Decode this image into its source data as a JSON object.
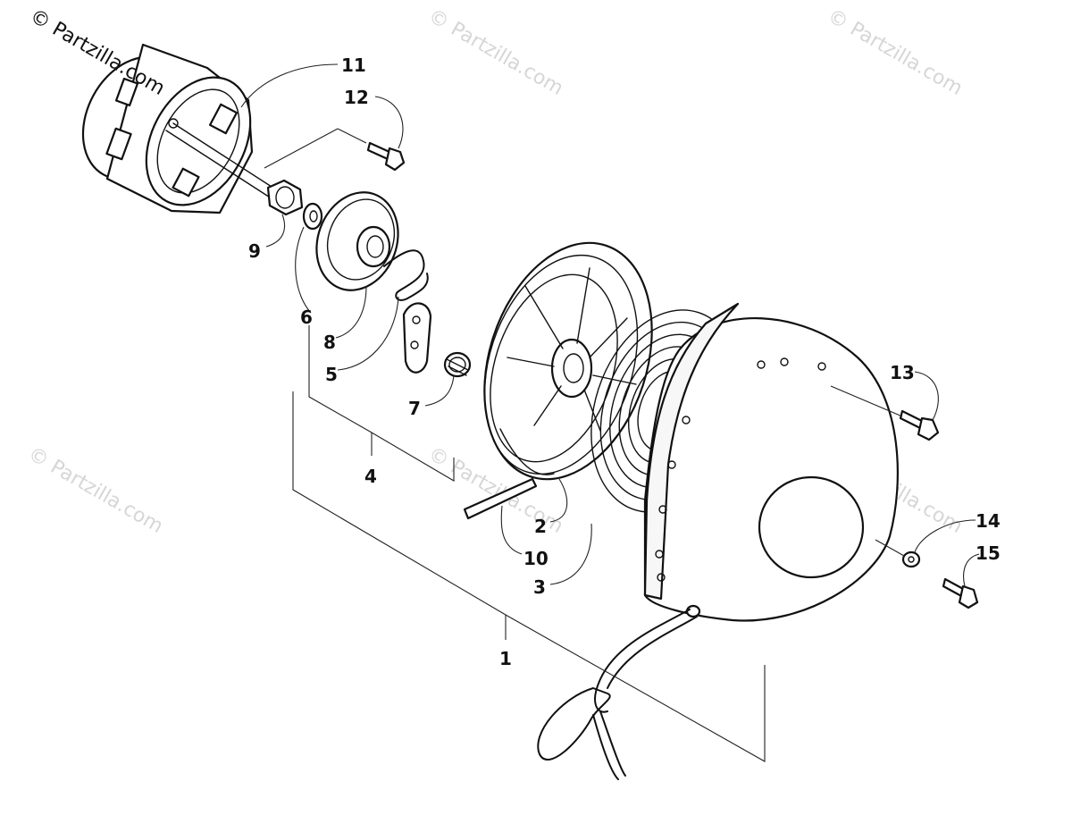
{
  "watermark": {
    "corner_text": "© Partzilla.com",
    "tile_text": "© Partzilla.com"
  },
  "callouts": {
    "c1": "1",
    "c2": "2",
    "c3": "3",
    "c4": "4",
    "c5": "5",
    "c6": "6",
    "c7": "7",
    "c8": "8",
    "c9": "9",
    "c10": "10",
    "c11": "11",
    "c12": "12",
    "c13": "13",
    "c14": "14",
    "c15": "15"
  }
}
